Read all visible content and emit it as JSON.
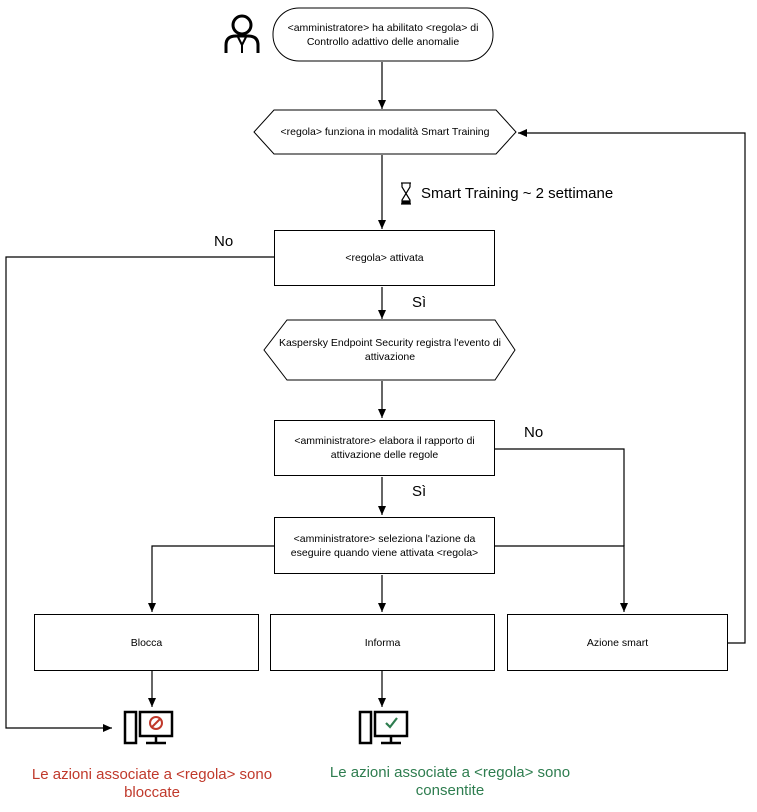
{
  "start": {
    "text": "<amministratore> ha abilitato <regola> di Controllo adattivo delle anomalie"
  },
  "smart_training": {
    "text": "<regola> funziona in modalità Smart Training"
  },
  "duration": {
    "text": "Smart Training ~ 2 settimane"
  },
  "rule_triggered": {
    "text": "<regola> attivata",
    "no_label": "No",
    "yes_label": "Sì"
  },
  "log_event": {
    "text": "Kaspersky Endpoint Security registra l'evento di attivazione"
  },
  "process_report": {
    "text": "<amministratore> elabora il rapporto di attivazione delle regole",
    "no_label": "No",
    "yes_label": "Sì"
  },
  "select_action": {
    "text": "<amministratore> seleziona l'azione da eseguire quando viene attivata <regola>"
  },
  "actions": {
    "block": "Blocca",
    "inform": "Informa",
    "smart": "Azione smart"
  },
  "results": {
    "blocked": "Le azioni associate a <regola> sono bloccate",
    "allowed": "Le azioni associate a <regola> sono consentite"
  },
  "colors": {
    "blocked": "#c0392b",
    "allowed": "#2e7d4f",
    "line": "#000000"
  },
  "icons": {
    "start": "user-icon",
    "timer": "hourglass-icon",
    "blocked": "computer-blocked-icon",
    "allowed": "computer-allowed-icon"
  }
}
